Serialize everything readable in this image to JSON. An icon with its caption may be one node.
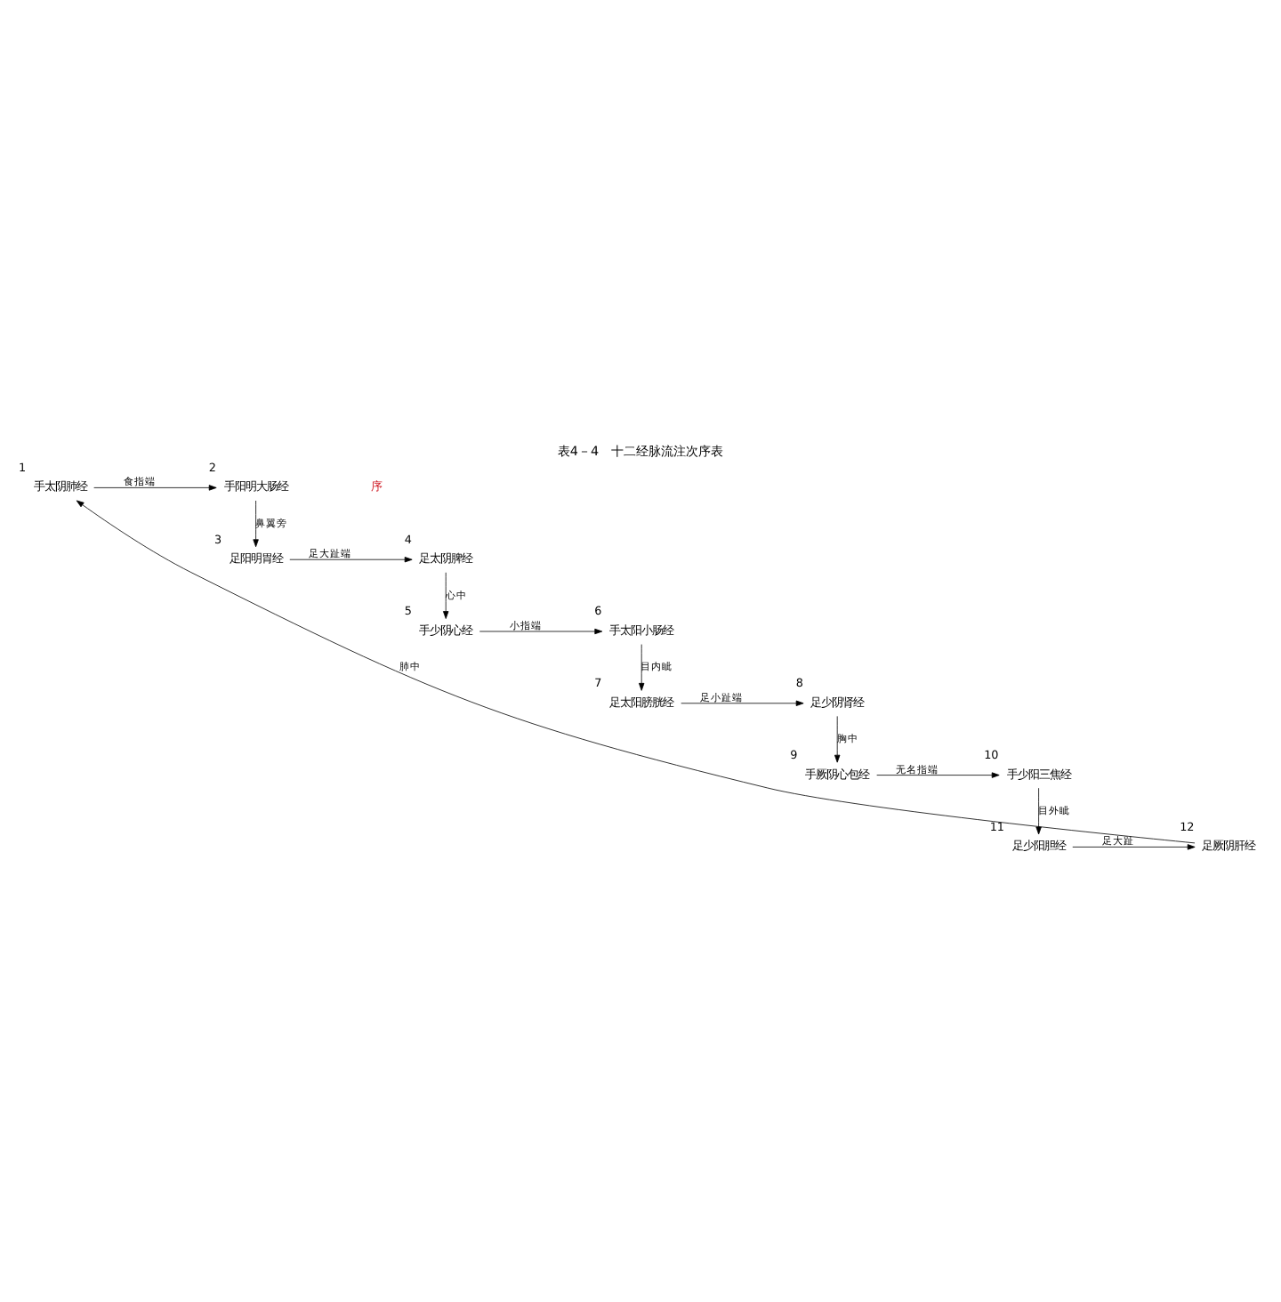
{
  "diagram": {
    "title": "表4－4　十二经脉流注次序表",
    "nodes": [
      {
        "text": [
          "手太阴肺经"
        ],
        "beside": [
          "1"
        ]
      },
      {
        "text": [
          "手阳明大肠经"
        ],
        "beside": [
          "2"
        ]
      },
      {
        "text": [
          "足阳明胃经"
        ],
        "beside": [
          "3"
        ]
      },
      {
        "text": [
          "足太阴脾经"
        ],
        "beside": [
          "4"
        ]
      },
      {
        "text": [
          "手少阴心经"
        ],
        "beside": [
          "5"
        ]
      },
      {
        "text": [
          "手太阳小肠经"
        ],
        "beside": [
          "6"
        ]
      },
      {
        "text": [
          "足太阳膀胱经"
        ],
        "beside": [
          "7"
        ]
      },
      {
        "text": [
          "足少阴肾经"
        ],
        "beside": [
          "8"
        ]
      },
      {
        "text": [
          "手厥阴心包经"
        ],
        "beside": [
          "9"
        ]
      },
      {
        "text": [
          "手少阳三焦经"
        ],
        "beside": [
          "10"
        ]
      },
      {
        "text": [
          "足少阳胆经"
        ],
        "beside": [
          "11"
        ]
      },
      {
        "text": [
          "足厥阴肝经"
        ],
        "beside": [
          "12"
        ]
      }
    ],
    "edges": [
      {
        "from": 0,
        "to": 1,
        "arrow": "to",
        "label": "食指端"
      },
      {
        "from": 1,
        "to": 2,
        "arrow": "to",
        "label": "鼻翼旁"
      },
      {
        "from": 2,
        "to": 3,
        "arrow": "to",
        "label": "足大趾端"
      },
      {
        "from": 3,
        "to": 4,
        "arrow": "to",
        "label": "心中"
      },
      {
        "from": 4,
        "to": 5,
        "arrow": "to",
        "label": "小指端"
      },
      {
        "from": 5,
        "to": 6,
        "arrow": "to",
        "label": "目内眦"
      },
      {
        "from": 6,
        "to": 7,
        "arrow": "to",
        "label": "足小趾端"
      },
      {
        "from": 7,
        "to": 8,
        "arrow": "to",
        "label": "胸中"
      },
      {
        "from": 8,
        "to": 9,
        "arrow": "to",
        "label": "无名指端"
      },
      {
        "from": 9,
        "to": 10,
        "arrow": "to",
        "label": "目外眦"
      },
      {
        "from": 10,
        "to": 11,
        "arrow": "to",
        "label": "足大趾"
      },
      {
        "from": 11,
        "to": 0,
        "arrow": "to",
        "label": "肺中"
      }
    ],
    "labels": [
      "序"
    ]
  }
}
